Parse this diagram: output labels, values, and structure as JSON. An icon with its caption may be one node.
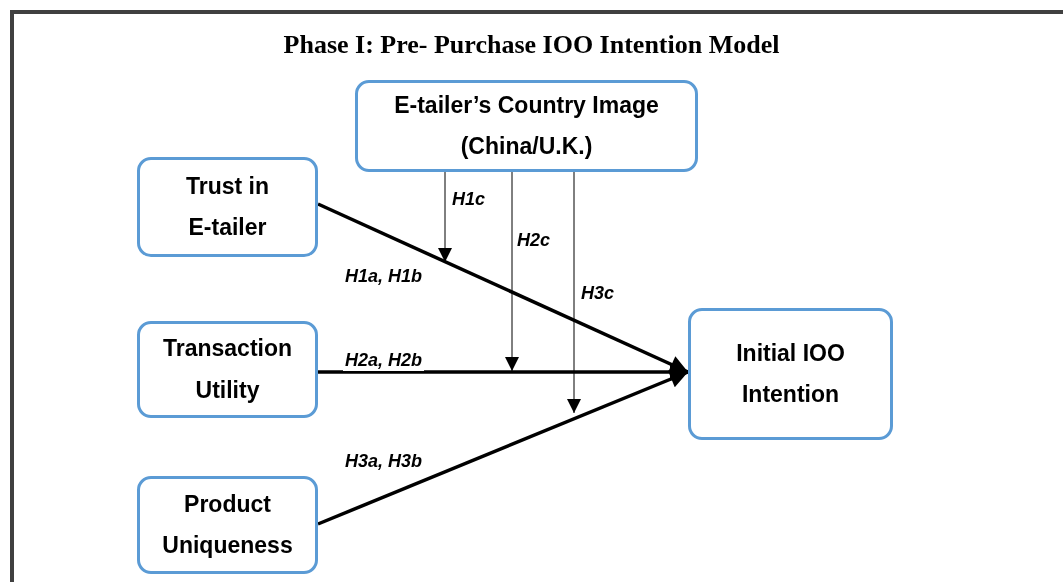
{
  "diagram": {
    "title": "Phase I: Pre- Purchase IOO Intention Model",
    "nodes": [
      {
        "text": [
          "E-tailer’s Country Image (China/U.K.)"
        ]
      },
      {
        "text": [
          "Trust in E-tailer"
        ]
      },
      {
        "text": [
          "Transaction Utility"
        ]
      },
      {
        "text": [
          "Product Uniqueness"
        ]
      },
      {
        "text": [
          "Initial IOO Intention"
        ]
      }
    ],
    "edges": [
      {
        "from": 1,
        "to": 4,
        "arrow": "to",
        "label": "H1a, H1b",
        "style": "thick"
      },
      {
        "from": 2,
        "to": 4,
        "arrow": "to",
        "label": "H2a, H2b",
        "style": "thick"
      },
      {
        "from": 3,
        "to": 4,
        "arrow": "to",
        "label": "H3a, H3b",
        "style": "thick"
      },
      {
        "from": 0,
        "to": null,
        "arrow": "to",
        "label": "H1c"
      },
      {
        "from": 0,
        "to": null,
        "arrow": "to",
        "label": "H2c"
      },
      {
        "from": 0,
        "to": null,
        "arrow": "to",
        "label": "H3c"
      }
    ]
  }
}
